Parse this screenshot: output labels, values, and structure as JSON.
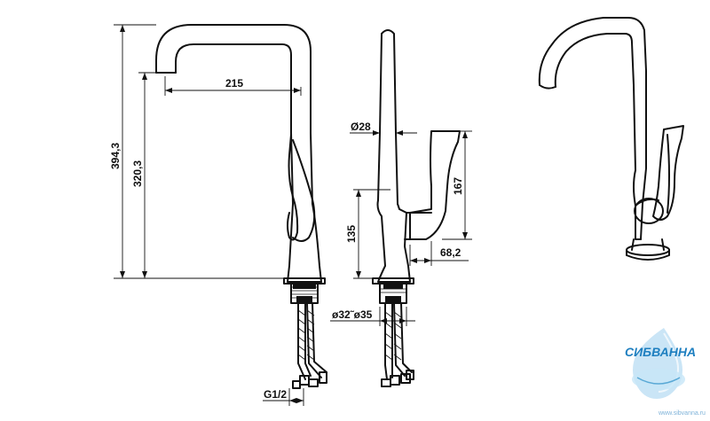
{
  "dimensions": {
    "total_height": "394,3",
    "spout_height": "320,3",
    "spout_reach": "215",
    "spout_diameter": "Ø28",
    "handle_height": "167",
    "base_height": "135",
    "handle_depth": "68,2",
    "mount_hole": "ø32˜ø35",
    "thread": "G1/2"
  },
  "logo": {
    "name": "СИБВАННА",
    "url": "www.sibvanna.ru"
  },
  "colors": {
    "line": "#111111",
    "logo_blue": "#1e7fc0",
    "logo_light": "#9fd0ee"
  }
}
